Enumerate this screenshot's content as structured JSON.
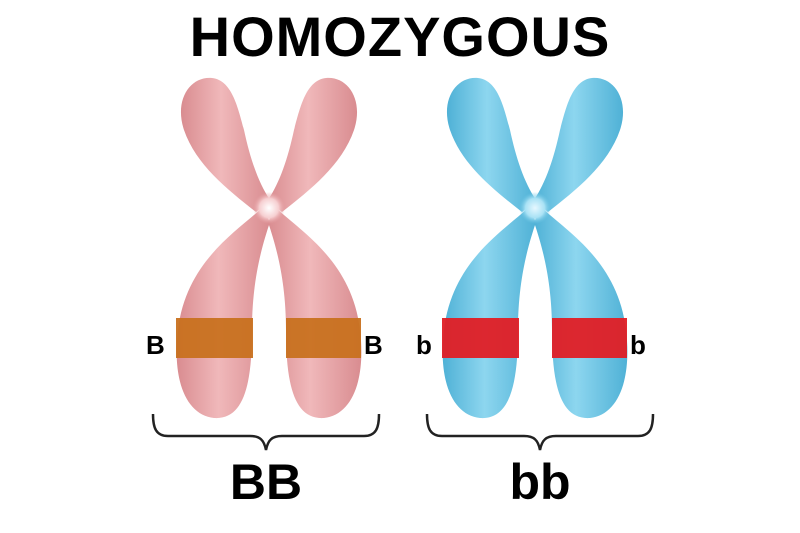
{
  "title": "HOMOZYGOUS",
  "chromosomes": [
    {
      "color": "#e8a3a6",
      "band_color": "#c8711f",
      "left_allele": "B",
      "right_allele": "B",
      "genotype": "BB"
    },
    {
      "color": "#6fc6e4",
      "band_color": "#e01e25",
      "left_allele": "b",
      "right_allele": "b",
      "genotype": "bb"
    }
  ]
}
